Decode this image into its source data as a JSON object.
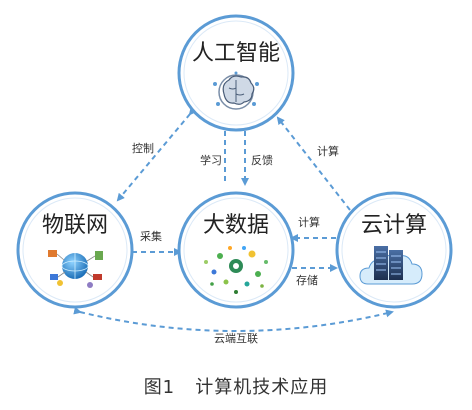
{
  "diagram": {
    "nodes": {
      "ai": {
        "label": "人工智能",
        "icon": "brain-icon"
      },
      "iot": {
        "label": "物联网",
        "icon": "globe-network-icon"
      },
      "bigdata": {
        "label": "大数据",
        "icon": "data-dots-icon"
      },
      "cloud": {
        "label": "云计算",
        "icon": "server-cloud-icon"
      }
    },
    "edges": {
      "control": "控制",
      "learn": "学习",
      "feedback": "反馈",
      "compute_ai": "计算",
      "collect": "采集",
      "compute_bd": "计算",
      "storage": "存储",
      "cloud_edge": "云端互联"
    }
  },
  "caption": "图1   计算机技术应用",
  "colors": {
    "accent": "#5b9bd5",
    "text": "#222222"
  }
}
